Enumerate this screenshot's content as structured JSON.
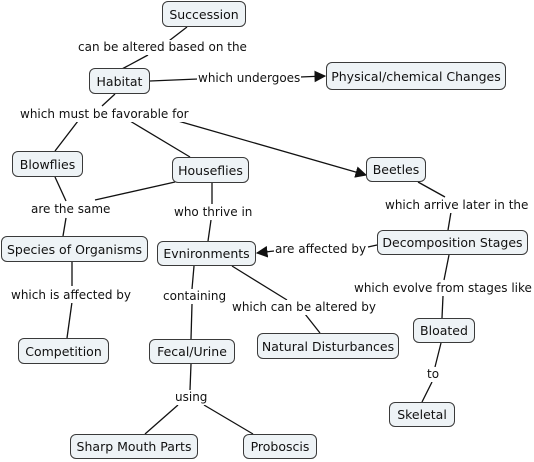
{
  "concepts": {
    "succession": "Succession",
    "habitat": "Habitat",
    "physical_changes": "Physical/chemical Changes",
    "blowflies": "Blowflies",
    "houseflies": "Houseflies",
    "beetles": "Beetles",
    "species": "Species of Organisms",
    "environments": "Evnironments",
    "decomposition": "Decomposition Stages",
    "competition": "Competition",
    "fecal": "Fecal/Urine",
    "natural_disturbances": "Natural Disturbances",
    "bloated": "Bloated",
    "skeletal": "Skeletal",
    "sharp_mouth": "Sharp Mouth Parts",
    "proboscis": "Proboscis"
  },
  "links": {
    "altered_based": "can be altered based on the",
    "undergoes": "which undergoes",
    "favorable": "which must be favorable for",
    "same": "are the same",
    "thrive": "who thrive in",
    "arrive_later": "which arrive later in the",
    "affected_by": "are affected by",
    "affected_by_competition": "which is affected by",
    "containing": "containing",
    "altered_by": "which can be altered by",
    "evolve": "which evolve from stages like",
    "to": "to",
    "using": "using"
  },
  "colors": {
    "node_fill": "#eef3f6",
    "node_border": "#3a3a3a",
    "line": "#111111"
  }
}
